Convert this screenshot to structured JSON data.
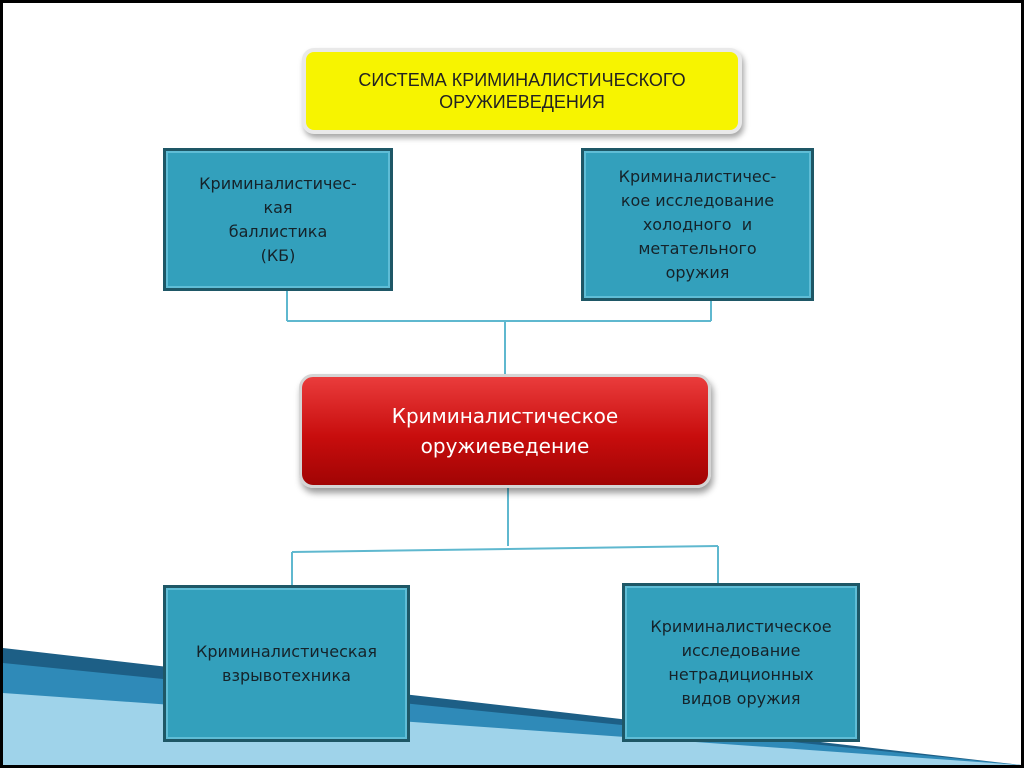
{
  "title": {
    "line1": "СИСТЕМА КРИМИНАЛИСТИЧЕСКОГО",
    "line2": "ОРУЖИЕВЕДЕНИЯ"
  },
  "center": {
    "line1": "Криминалистическое",
    "line2": "оружиеведение"
  },
  "top_left": {
    "lines": [
      "Криминалистичес-",
      "кая",
      "баллистика",
      "(КБ)"
    ]
  },
  "top_right": {
    "lines": [
      "Криминалистичес-",
      "кое исследование",
      "холодного  и",
      "метательного",
      "оружия"
    ]
  },
  "bottom_left": {
    "lines": [
      "Криминалистическая",
      "взрывотехника"
    ]
  },
  "bottom_right": {
    "lines": [
      "Криминалистическое",
      "исследование",
      "нетрадиционных",
      "видов оружия"
    ]
  },
  "colors": {
    "title_fill": "#f7f400",
    "center_fill": "#c80d0d",
    "box_fill": "#33a0bc",
    "box_border": "#1e5766",
    "connector": "#5fb8cf"
  }
}
